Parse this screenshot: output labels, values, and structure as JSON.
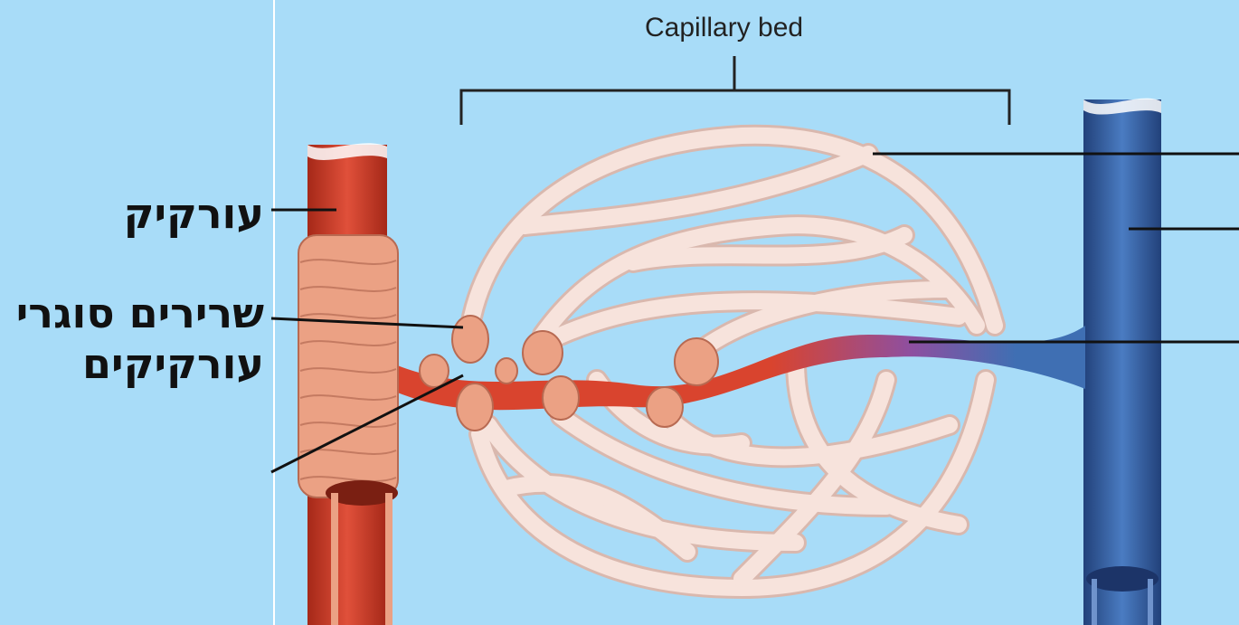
{
  "title": "Capillary bed",
  "labels": {
    "artery": "עורקיק",
    "sphincter_line1": "שרירים סוגרי",
    "sphincter_line2": "עורקיקים"
  },
  "colors": {
    "background": "#a8dcf8",
    "artery": "#d9442e",
    "artery_dark": "#a52818",
    "muscle": "#eba184",
    "capillary": "#f7e3dc",
    "vein": "#3f6fb3",
    "vein_dark": "#22417a",
    "transition": "#8e4fa0"
  }
}
